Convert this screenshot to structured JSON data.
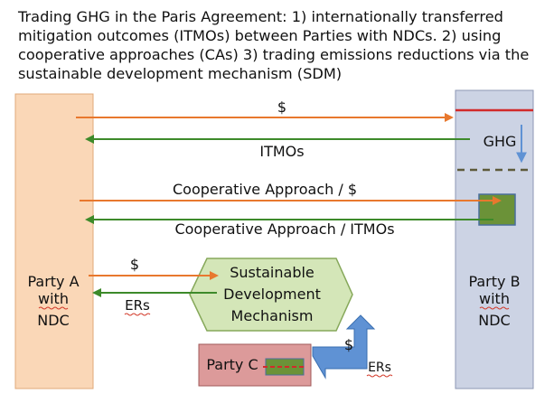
{
  "title_lines": [
    "Trading GHG in the Paris Agreement: 1) internationally transferred",
    "mitigation outcomes (ITMOs) between Parties with NDCs. 2) using",
    "cooperative approaches (CAs) 3) trading emissions reductions via the",
    "sustainable development mechanism (SDM)"
  ],
  "party_a": {
    "line1": "Party A",
    "line2": "with",
    "line3": "NDC"
  },
  "party_b": {
    "line1": "Party B",
    "line2": "with",
    "line3": "NDC"
  },
  "party_c": {
    "label": "Party C"
  },
  "flows": {
    "dollar_top": "$",
    "itmos": "ITMOs",
    "ghg": "GHG",
    "ca_dollar": "Cooperative Approach / $",
    "ca_itmos": "Cooperative Approach / ITMOs",
    "sdm_dollar": "$",
    "ers_left": "ERs",
    "c_dollar": "$",
    "ers_c": "ERs"
  },
  "sdm": {
    "line1": "Sustainable",
    "line2": "Development",
    "line3": "Mechanism"
  },
  "colors": {
    "party_a_fill": "#fad7b7",
    "party_a_stroke": "#e0a878",
    "party_b_fill": "#ccd3e4",
    "party_b_stroke": "#8d97b4",
    "party_c_fill": "#dc9a9a",
    "party_c_stroke": "#a05a5a",
    "sdm_fill": "#d4e6b8",
    "sdm_stroke": "#86a85a",
    "orange_arrow": "#e8782e",
    "green_arrow": "#3d8a2a",
    "blue_arrow": "#5f92d4",
    "red_line": "#d22a2a",
    "olive_dash": "#5d5a3a",
    "green_square": "#6b9238"
  }
}
